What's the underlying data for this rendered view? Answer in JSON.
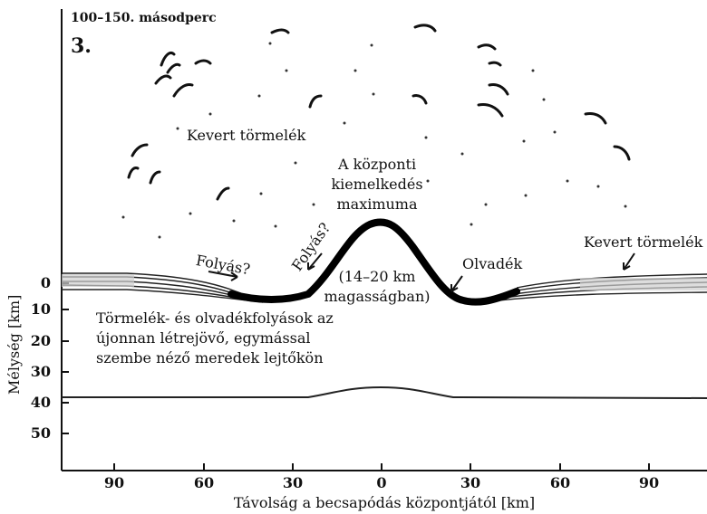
{
  "header": {
    "time": "100–150. másodperc",
    "step": "3."
  },
  "labels": {
    "mixed_debris_top": "Kevert törmelék",
    "peak_line1": "A központi",
    "peak_line2": "kiemelkedés",
    "peak_line3": "maximuma",
    "flow_left1": "Folyás?",
    "flow_left2": "Folyás?",
    "height_line1": "(14–20 km",
    "height_line2": "magasságban)",
    "melt": "Olvadék",
    "mixed_debris_right": "Kevert törmelék",
    "caption_line1": "Törmelék- és olvadékfolyások az",
    "caption_line2": "újonnan létrejövő, egymással",
    "caption_line3": "szembe néző meredek lejtőkön"
  },
  "axes": {
    "xlabel": "Távolság a becsapódás központjától [km]",
    "ylabel": "Mélység [km]",
    "xticks": [
      "90",
      "60",
      "30",
      "0",
      "30",
      "60",
      "90"
    ],
    "yticks": [
      "0",
      "10",
      "20",
      "30",
      "40",
      "50"
    ]
  }
}
